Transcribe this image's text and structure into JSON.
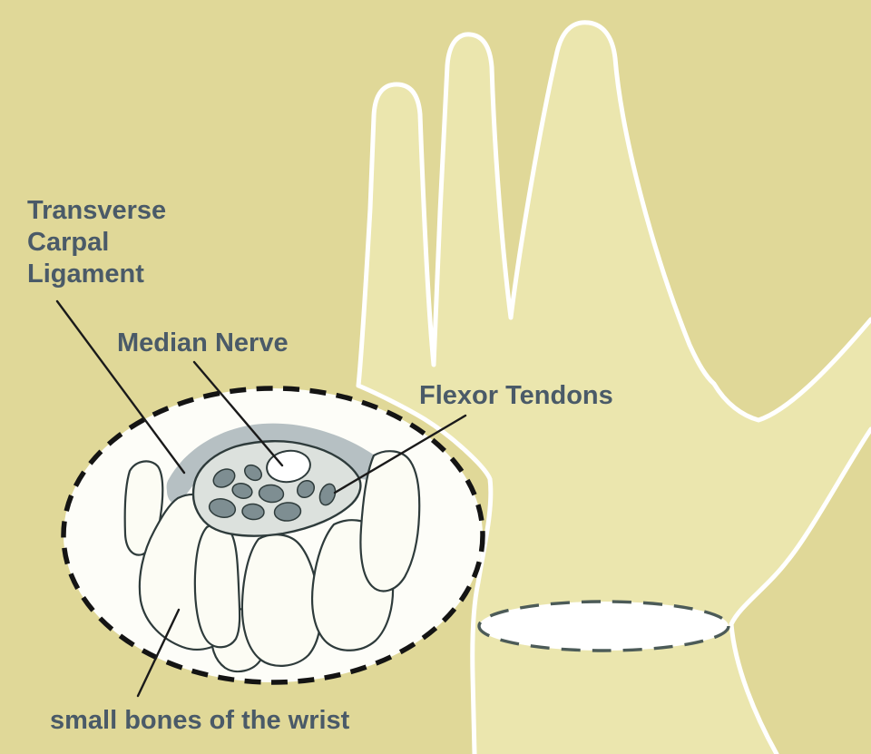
{
  "labels": {
    "transverse_carpal_ligament": "Transverse\nCarpal\nLigament",
    "median_nerve": "Median Nerve",
    "flexor_tendons": "Flexor Tendons",
    "small_bones": "small bones of the wrist"
  },
  "diagram": {
    "type": "anatomical-illustration",
    "annotated_parts": [
      {
        "part": "transverse-carpal-ligament",
        "label": "Transverse\nCarpal\nLigament"
      },
      {
        "part": "median-nerve",
        "label": "Median Nerve"
      },
      {
        "part": "flexor-tendons",
        "label": "Flexor Tendons",
        "tendon_count": 9
      },
      {
        "part": "small-bones-of-the-wrist",
        "label": "small bones of the wrist",
        "bone_count": 7
      }
    ],
    "magnified_region": "wrist cross-section inside dashed circle",
    "wrist_marker": "dashed ellipse across wrist"
  },
  "colors": {
    "background": "#e0d898",
    "hand_fill": "#ebe6ae",
    "hand_outline": "#ffffff",
    "label_text": "#4a5a68",
    "leader_line": "#1a1a1a",
    "circle_fill": "#fdfdf8",
    "circle_dash": "#141414",
    "ligament_fill": "#b6c0c3",
    "tunnel_fill": "#dce1dd",
    "tunnel_outline": "#2e3b3b",
    "tendon_fill": "#7e8e92",
    "bone_fill": "#fcfcf4",
    "bone_outline": "#2e3b3b",
    "nerve_fill": "#ffffff",
    "wrist_dash": "#4c5b58"
  }
}
